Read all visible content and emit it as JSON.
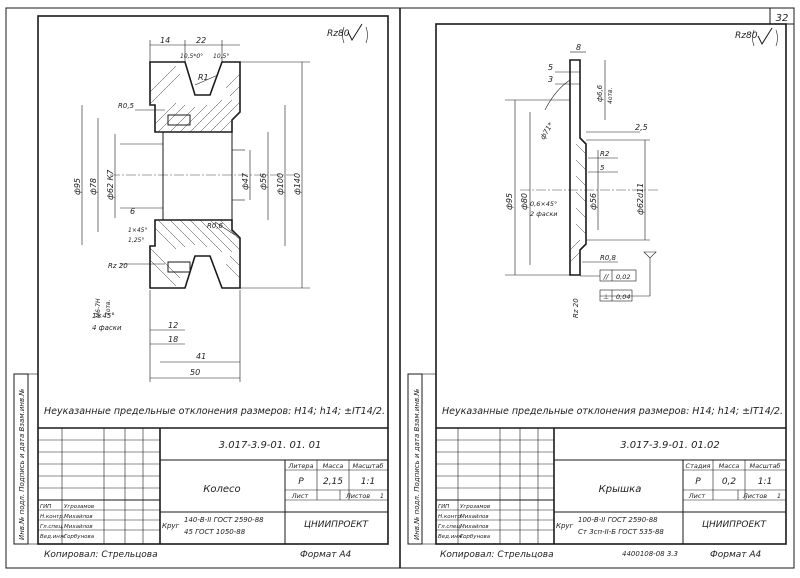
{
  "page_number": "32",
  "sheets": [
    {
      "id": "left",
      "roughness": "Rz80",
      "note": "Неуказанные предельные отклонения размеров: H14; h14; ±IT14/2.",
      "doc_code": "3.017-3.9-01. 01. 01",
      "part_name": "Колесо",
      "header_cols": [
        "Литера",
        "Масса",
        "Масштаб"
      ],
      "litera": "Р",
      "mass": "2,15",
      "scale": "1:1",
      "sheet_label": "Лист",
      "sheets_label": "Листов",
      "sheets_count": "1",
      "material_prefix": "Круг",
      "material_line1": "140-В-II ГОСТ 2590-88",
      "material_line2": "45 ГОСТ 1050-88",
      "org": "ЦНИИПРОЕКТ",
      "staff": [
        {
          "role": "ГИП",
          "name": "Угрозамов"
        },
        {
          "role": "Н.контр.",
          "name": "Михайлов"
        },
        {
          "role": "Гл.спец.",
          "name": "Михайлов"
        },
        {
          "role": "Вед.инж.",
          "name": "Горбунова"
        }
      ],
      "copied": "Копировал: Стрельцова",
      "format": "Формат А4",
      "stamp_text": "",
      "side_text": "Инв.№ подл.  Подпись и дата  Взам.инв.№",
      "dims": {
        "d14": "14",
        "d22": "22",
        "d105a": "10,5*0°",
        "d105b": "10,5°",
        "r1": "R1",
        "r05": "R0,5",
        "dia95": "ф95",
        "dia78": "ф78",
        "dia62": "ф62 К7",
        "dia47": "ф47",
        "dia56": "ф56",
        "dia100": "ф100",
        "dia140": "ф140",
        "d6": "6",
        "ch1": "1×45°",
        "ch1b": "1,25°",
        "r06": "R0,6",
        "rz20": "Rz 20",
        "m6": "М6-7Н",
        "m6b": "7отв.",
        "ch2": "1×45°",
        "ch2b": "4 фаски",
        "d12": "12",
        "d18": "18",
        "d41": "41",
        "d50": "50"
      }
    },
    {
      "id": "right",
      "roughness": "Rz80",
      "note": "Неуказанные предельные отклонения размеров: H14; h14; ±IT14/2.",
      "doc_code": "3.017-3.9-01. 01.02",
      "part_name": "Крышка",
      "header_cols": [
        "Стадия",
        "Масса",
        "Масштаб"
      ],
      "litera": "Р",
      "mass": "0,2",
      "scale": "1:1",
      "sheet_label": "Лист",
      "sheets_label": "Листов",
      "sheets_count": "1",
      "material_prefix": "Круг",
      "material_line1": "100-В-II ГОСТ 2590-88",
      "material_line2": "Ст 3сп-II-Б ГОСТ 535-88",
      "org": "ЦНИИПРОЕКТ",
      "staff": [
        {
          "role": "ГИП",
          "name": "Угрозамов"
        },
        {
          "role": "Н.контр.",
          "name": "Михайлов"
        },
        {
          "role": "Гл.спец.",
          "name": "Михайлов"
        },
        {
          "role": "Вед.инж.",
          "name": "Горбунова"
        }
      ],
      "copied": "Копировал: Стрельцова",
      "format": "Формат А4",
      "stamp_text": "4400108-08  3.3",
      "side_text": "Инв.№ подл.  Подпись и дата  Взам.инв.№",
      "dims": {
        "d8": "8",
        "d5": "5",
        "d3": "3",
        "dia66": "ф6,6",
        "m4": "4отв.",
        "dia95": "ф95",
        "dia80": "ф80",
        "p25": "2,5",
        "r2": "R2",
        "d5b": "5",
        "dia56": "ф56",
        "dia62": "ф62d11",
        "ch": "0,6×45°",
        "ch2": "2 фаски",
        "ang": "ф71*",
        "r08": "R0,8",
        "tol1": "0,02",
        "tol2": "0,04",
        "rz20": "Rz 20"
      }
    }
  ]
}
